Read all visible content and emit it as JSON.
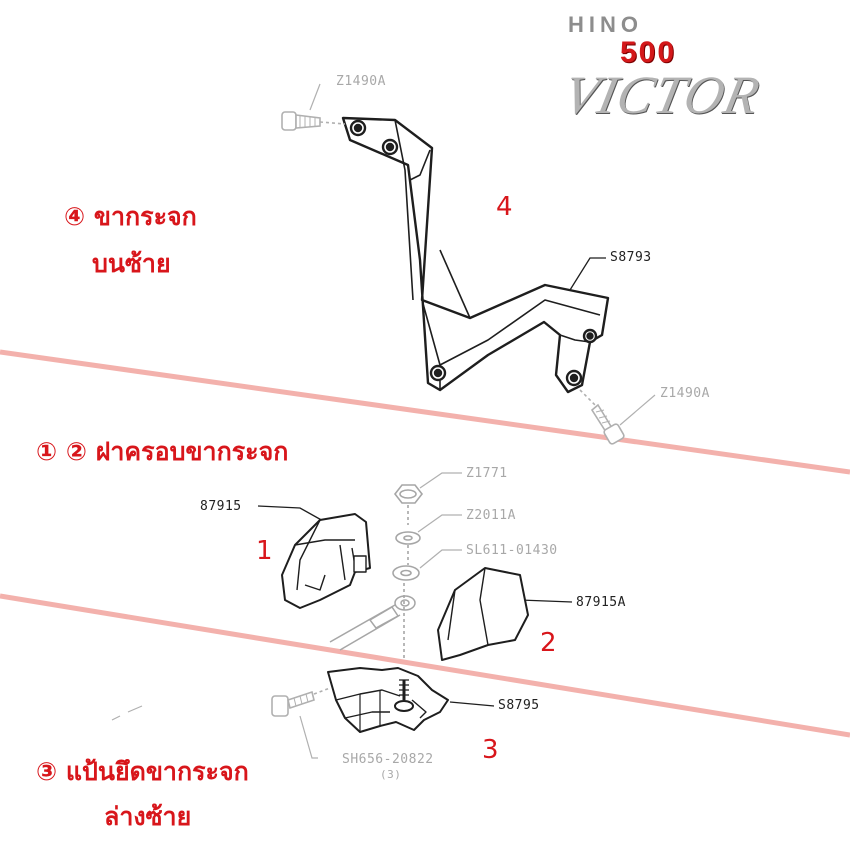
{
  "brand": {
    "line1": "HINO",
    "line2": "500",
    "line3": "VICTOR"
  },
  "sections": {
    "upper_bracket": {
      "line1": "④ ขากระจก",
      "line2": "บนซ้าย"
    },
    "covers": {
      "line1": "① ② ฝาครอบขากระจก"
    },
    "lower_mount": {
      "line1": "③ แป้นยึดขากระจก",
      "line2": "ล่างซ้าย"
    }
  },
  "callout_numbers": {
    "n1": "1",
    "n2": "2",
    "n3": "3",
    "n4": "4"
  },
  "part_codes": {
    "z1490a_top": "Z1490A",
    "s8793": "S8793",
    "z1490a_bottom": "Z1490A",
    "z1771": "Z1771",
    "z2011a": "Z2011A",
    "sl611": "SL611-01430",
    "c87915": "87915",
    "c87915a": "87915A",
    "s8795": "S8795",
    "sh656": "SH656-20822",
    "sh656_qty": "(3)"
  },
  "colors": {
    "accent_red": "#d8161b",
    "divider": "#f2a9a3",
    "line": "#222222",
    "faint": "#a8a8a8"
  }
}
